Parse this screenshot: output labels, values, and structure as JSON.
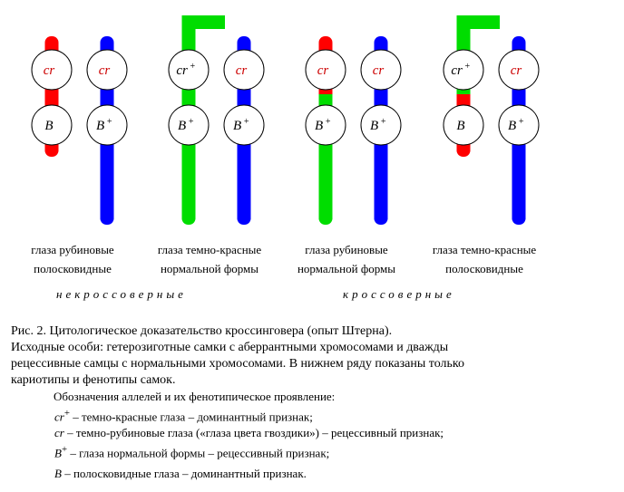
{
  "chromosome_pairs": [
    {
      "left": {
        "color": "#ff0000",
        "short": true,
        "bend": false,
        "top_label": "cr",
        "top_sup": "",
        "bottom_label": "B",
        "bottom_sup": ""
      },
      "right": {
        "color": "#0000ff",
        "short": false,
        "bend": false,
        "top_label": "cr",
        "top_sup": "",
        "bottom_label": "B",
        "bottom_sup": "+"
      }
    },
    {
      "left": {
        "color": "#00dd00",
        "short": false,
        "bend": true,
        "top_label": "cr",
        "top_sup": "+",
        "bottom_label": "B",
        "bottom_sup": "+"
      },
      "right": {
        "color": "#0000ff",
        "short": false,
        "bend": false,
        "top_label": "cr",
        "top_sup": "",
        "bottom_label": "B",
        "bottom_sup": "+"
      }
    },
    {
      "left": {
        "color": "#ff0000",
        "short": false,
        "bend": false,
        "bottom_color": "#00dd00",
        "top_label": "cr",
        "top_sup": "",
        "bottom_label": "B",
        "bottom_sup": "+"
      },
      "right": {
        "color": "#0000ff",
        "short": false,
        "bend": false,
        "top_label": "cr",
        "top_sup": "",
        "bottom_label": "B",
        "bottom_sup": "+"
      }
    },
    {
      "left": {
        "color": "#00dd00",
        "short": true,
        "bend": true,
        "bottom_color": "#ff0000",
        "top_label": "cr",
        "top_sup": "+",
        "bottom_label": "B",
        "bottom_sup": ""
      },
      "right": {
        "color": "#0000ff",
        "short": false,
        "bend": false,
        "top_label": "cr",
        "top_sup": "",
        "bottom_label": "B",
        "bottom_sup": "+"
      }
    }
  ],
  "captions": [
    {
      "line1": "глаза рубиновые",
      "line2": "полосковидные"
    },
    {
      "line1": "глаза темно-красные",
      "line2": "нормальной формы"
    },
    {
      "line1": "глаза рубиновые",
      "line2": "нормальной формы"
    },
    {
      "line1": "глаза темно-красные",
      "line2": "полосковидные"
    }
  ],
  "groups": {
    "noncrossover": "некроссоверные",
    "crossover": "кроссоверные"
  },
  "legend": {
    "title": "Рис. 2. Цитологическое доказательство кроссинговера (опыт Штерна).",
    "p1": "Исходные особи: гетерозиготные самки с аберрантными хромосомами и дважды",
    "p2": "рецессивные самцы с нормальными хромосомами. В нижнем ряду показаны только",
    "p3": "кариотипы и фенотипы самок.",
    "subtitle": "Обозначения аллелей и их фенотипическое проявление:",
    "items": [
      {
        "sym": "cr",
        "sup": "+",
        "text": " – темно-красные глаза – доминантный признак;"
      },
      {
        "sym": "cr",
        "sup": "",
        "text": " – темно-рубиновые глаза («глаза цвета гвоздики») – рецессивный признак;"
      },
      {
        "sym": "B",
        "sup": "+",
        "text": " – глаза нормальной формы – рецессивный признак;"
      },
      {
        "sym": "B",
        "sup": "",
        "text": " – полосковидные глаза – доминантный признак."
      }
    ]
  },
  "colors": {
    "red": "#ff0000",
    "green": "#00dd00",
    "blue": "#0000ff"
  }
}
